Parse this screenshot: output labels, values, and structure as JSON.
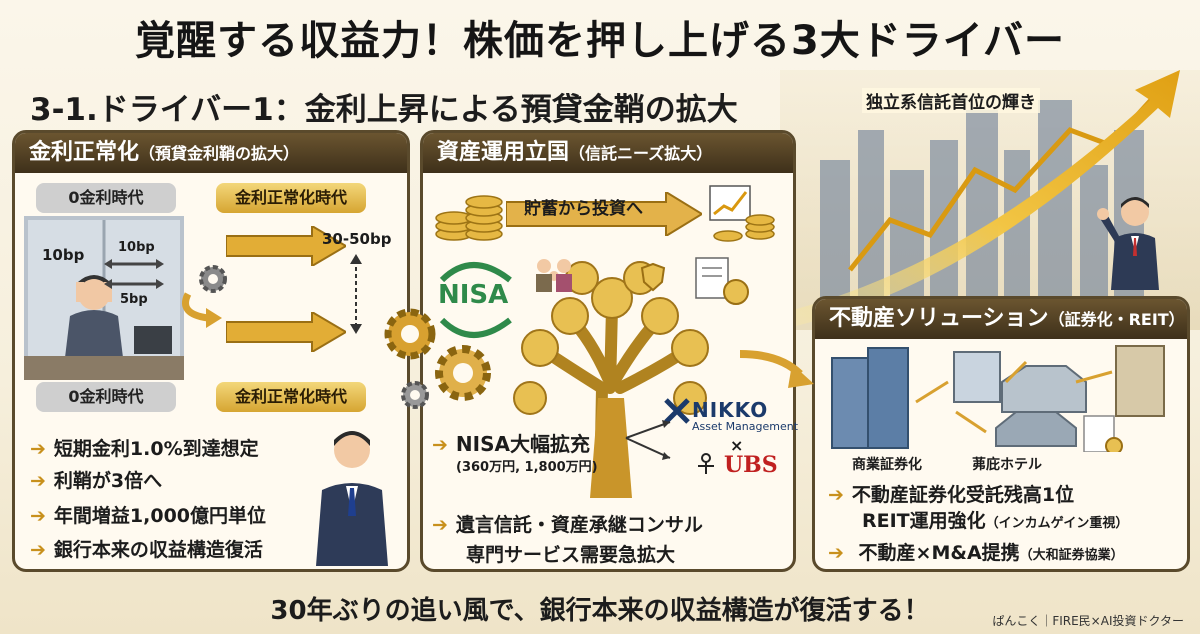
{
  "title": "覚醒する収益力！株価を押し上げる3大ドライバー",
  "subtitle": "3-1.ドライバー1：金利上昇による預貸金鞘の拡大",
  "top_right_label": "独立系信託首位の輝き",
  "panel1": {
    "head": "金利正常化",
    "head_sub": "（預貸金利鞘の拡大）",
    "tag_zero_top": "0金利時代",
    "tag_norm_top": "金利正常化時代",
    "tag_zero_bottom": "0金利時代",
    "tag_norm_bottom": "金利正常化時代",
    "label_10bp_a": "10bp",
    "label_10bp_b": "10bp",
    "label_5bp": "5bp",
    "label_30_50bp": "30-50bp",
    "bullets": [
      "短期金利1.0%到達想定",
      "利鞘が3倍へ",
      "年間増益1,000億円単位",
      "銀行本来の収益構造復活"
    ]
  },
  "panel2": {
    "head": "資産運用立国",
    "head_sub": "（信託ニーズ拡大）",
    "savings_label": "貯蓄から投資へ",
    "nisa_logo": "NISA",
    "nikko_logo": "NIKKO",
    "nikko_sub": "Asset Management",
    "cross": "×",
    "ubs_logo": "UBS",
    "nisa_bullet": "NISA大幅拡充",
    "nisa_detail": "(360万円, 1,800万円)",
    "bullet2_line1": "遺言信託・資産承継コンサル",
    "bullet2_line2": "専門サービス需要急拡大"
  },
  "panel3": {
    "head": "不動産ソリューション",
    "head_sub": "（証券化・REIT）",
    "label_commercial": "商業証券化",
    "label_hotel": "茀庇ホテル",
    "bullet1_line1": "不動産証券化受託残高1位",
    "bullet1_line2": "REIT運用強化",
    "bullet1_line2_sub": "（インカムゲイン重視）",
    "bullet2": "不動産×M&A提携",
    "bullet2_sub": "（大和証券協業）"
  },
  "bottom_text": "30年ぶりの追い風で、銀行本来の収益構造が復活する！",
  "credit": "ぱんこく｜FIRE民×AI投資ドクター"
}
